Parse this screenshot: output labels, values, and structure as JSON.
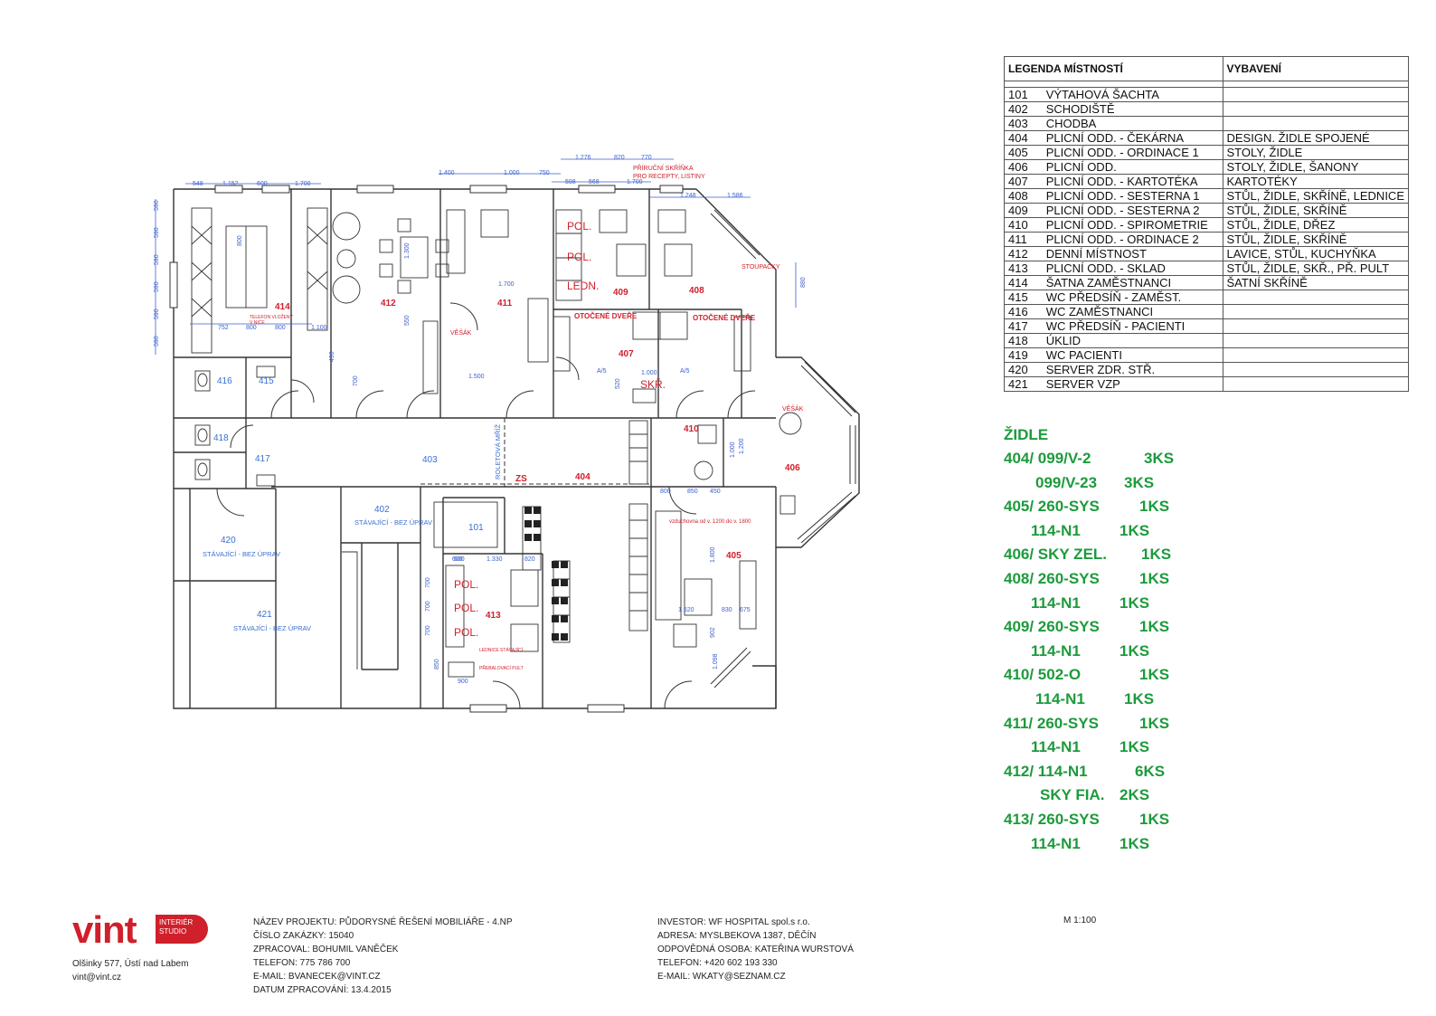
{
  "legend": {
    "header_rooms": "LEGENDA MÍSTNOSTÍ",
    "header_equipment": "VYBAVENÍ",
    "rows": [
      {
        "num": "101",
        "name": "VÝTAHOVÁ ŠACHTA",
        "equip": ""
      },
      {
        "num": "402",
        "name": "SCHODIŠTĚ",
        "equip": ""
      },
      {
        "num": "403",
        "name": "CHODBA",
        "equip": ""
      },
      {
        "num": "404",
        "name": "PLICNÍ ODD. - ČEKÁRNA",
        "equip": "DESIGN. ŽIDLE SPOJENÉ"
      },
      {
        "num": "405",
        "name": "PLICNÍ ODD.  - ORDINACE 1",
        "equip": "STOLY, ŽIDLE"
      },
      {
        "num": "406",
        "name": "PLICNÍ ODD.",
        "equip": "STOLY, ŽIDLE, ŠANONY"
      },
      {
        "num": "407",
        "name": "PLICNÍ ODD. - KARTOTÉKA",
        "equip": "KARTOTÉKY"
      },
      {
        "num": "408",
        "name": "PLICNÍ ODD. - SESTERNA 1",
        "equip": "STŮL, ŽIDLE, SKŘÍNĚ, LEDNICE"
      },
      {
        "num": "409",
        "name": "PLICNÍ ODD. - SESTERNA 2",
        "equip": "STŮL, ŽIDLE, SKŘÍNĚ"
      },
      {
        "num": "410",
        "name": "PLICNÍ ODD. - SPIROMETRIE",
        "equip": "STŮL, ŽIDLE, DŘEZ"
      },
      {
        "num": "411",
        "name": "PLICNÍ ODD. - ORDINACE 2",
        "equip": "STŮL, ŽIDLE, SKŘÍNĚ"
      },
      {
        "num": "412",
        "name": "DENNÍ MÍSTNOST",
        "equip": "LAVICE, STŮL, KUCHYŇKA"
      },
      {
        "num": "413",
        "name": "PLICNÍ ODD. - SKLAD",
        "equip": "STŮL, ŽIDLE, SKŘ., PŘ. PULT"
      },
      {
        "num": "414",
        "name": "ŠATNA ZAMĚSTNANCI",
        "equip": "ŠATNÍ SKŘÍNĚ"
      },
      {
        "num": "415",
        "name": "WC PŘEDSÍŇ - ZAMĚST.",
        "equip": ""
      },
      {
        "num": "416",
        "name": "WC ZAMĚSTNANCI",
        "equip": ""
      },
      {
        "num": "417",
        "name": "WC PŘEDSÍŇ - PACIENTI",
        "equip": ""
      },
      {
        "num": "418",
        "name": "ÚKLID",
        "equip": ""
      },
      {
        "num": "419",
        "name": "WC PACIENTI",
        "equip": ""
      },
      {
        "num": "420",
        "name": "SERVER ZDR. STŘ.",
        "equip": ""
      },
      {
        "num": "421",
        "name": "SERVER VZP",
        "equip": ""
      }
    ]
  },
  "chairs": {
    "title": "ŽIDLE",
    "rows": [
      {
        "code": "404/ 099/V-2",
        "qty": "3KS",
        "indent": 0,
        "qx": 155
      },
      {
        "code": "099/V-23",
        "qty": "3KS",
        "indent": 35,
        "qx": 133
      },
      {
        "code": "405/ 260-SYS",
        "qty": "1KS",
        "indent": 0,
        "qx": 150
      },
      {
        "code": "114-N1",
        "qty": "1KS",
        "indent": 30,
        "qx": 128
      },
      {
        "code": "406/ SKY ZEL.",
        "qty": "1KS",
        "indent": 0,
        "qx": 152
      },
      {
        "code": "408/ 260-SYS",
        "qty": "1KS",
        "indent": 0,
        "qx": 150
      },
      {
        "code": "114-N1",
        "qty": "1KS",
        "indent": 30,
        "qx": 128
      },
      {
        "code": "409/ 260-SYS",
        "qty": "1KS",
        "indent": 0,
        "qx": 150
      },
      {
        "code": "114-N1",
        "qty": "1KS",
        "indent": 30,
        "qx": 128
      },
      {
        "code": "410/ 502-O",
        "qty": "1KS",
        "indent": 0,
        "qx": 150
      },
      {
        "code": "114-N1",
        "qty": "1KS",
        "indent": 35,
        "qx": 133
      },
      {
        "code": "411/ 260-SYS",
        "qty": "1KS",
        "indent": 0,
        "qx": 150
      },
      {
        "code": "114-N1",
        "qty": "1KS",
        "indent": 30,
        "qx": 128
      },
      {
        "code": "412/ 114-N1",
        "qty": "6KS",
        "indent": 0,
        "qx": 145
      },
      {
        "code": "SKY FIA.",
        "qty": "2KS",
        "indent": 40,
        "qx": 128
      },
      {
        "code": "413/ 260-SYS",
        "qty": "1KS",
        "indent": 0,
        "qx": 150
      },
      {
        "code": "114-N1",
        "qty": "1KS",
        "indent": 30,
        "qx": 128
      }
    ]
  },
  "company": {
    "logo_word": "vint",
    "logo_line1": "INTERIÉR",
    "logo_line2": "STUDIO",
    "address": "Olšinky 577, Ústí nad Labem",
    "email": "vint@vint.cz"
  },
  "project": [
    "NÁZEV PROJEKTU: PŮDORYSNÉ ŘEŠENÍ MOBILIÁŘE - 4.NP",
    "ČÍSLO ZAKÁZKY: 15040",
    "ZPRACOVAL: BOHUMIL VANĚČEK",
    "TELEFON: 775 786 700",
    "E-MAIL: BVANECEK@VINT.CZ",
    "DATUM ZPRACOVÁNÍ: 13.4.2015"
  ],
  "investor": [
    "INVESTOR: WF HOSPITAL spol.s r.o.",
    "ADRESA: MYSLBEKOVA 1387, DĚČÍN",
    "ODPOVĚDNÁ OSOBA: KATEŘINA WURSTOVÁ",
    "TELEFON: +420 602 193 330",
    "E-MAIL: WKATY@SEZNAM.CZ"
  ],
  "scale": "M 1:100",
  "plan": {
    "rooms_red": [
      {
        "t": "414"
      },
      {
        "t": "412"
      },
      {
        "t": "411"
      },
      {
        "t": "409"
      },
      {
        "t": "408"
      },
      {
        "t": "407"
      },
      {
        "t": "410"
      },
      {
        "t": "406"
      },
      {
        "t": "404"
      },
      {
        "t": "405"
      },
      {
        "t": "413"
      }
    ],
    "rooms_blue": [
      {
        "t": "416"
      },
      {
        "t": "415"
      },
      {
        "t": "418"
      },
      {
        "t": "417"
      },
      {
        "t": "403"
      },
      {
        "t": "402"
      },
      {
        "t": "101"
      },
      {
        "t": "420"
      },
      {
        "t": "421"
      }
    ],
    "notes_blue": [
      {
        "t": "STÁVAJÍCÍ - BEZ ÚPRAV"
      },
      {
        "t": "STÁVAJÍCÍ - BEZ ÚPRAV"
      },
      {
        "t": "STÁVAJÍCÍ - BEZ ÚPRAV"
      },
      {
        "t": "ROLETOVÁ MŘÍŽ"
      }
    ],
    "notes_red": [
      {
        "t": "PŘÍRUČNÍ SKŘÍŇKA"
      },
      {
        "t": "PRO RECEPTY, LISTINY"
      },
      {
        "t": "OTOČENÉ DVEŘE"
      },
      {
        "t": "OTOČENÉ DVEŘE"
      },
      {
        "t": "POL."
      },
      {
        "t": "POL."
      },
      {
        "t": "LEDN."
      },
      {
        "t": "POL."
      },
      {
        "t": "POL."
      },
      {
        "t": "POL."
      },
      {
        "t": "SKŘ."
      },
      {
        "t": "ZS"
      },
      {
        "t": "VĚŠÁK"
      },
      {
        "t": "VĚŠÁK"
      },
      {
        "t": "STOUPAČKY"
      },
      {
        "t": "TELEFON VLOŽENÝ"
      },
      {
        "t": "V NICE"
      },
      {
        "t": "LEDNICE STÁVAJÍCÍ"
      },
      {
        "t": "PŘEBALOVACÍ PULT"
      },
      {
        "t": "vzduchovna od v. 1200 do v. 1800"
      }
    ],
    "dims": [
      {
        "t": "548"
      },
      {
        "t": "1.152"
      },
      {
        "t": "600"
      },
      {
        "t": "1.700"
      },
      {
        "t": "1.400"
      },
      {
        "t": "1.000"
      },
      {
        "t": "750"
      },
      {
        "t": "1.276"
      },
      {
        "t": "820"
      },
      {
        "t": "770"
      },
      {
        "t": "598"
      },
      {
        "t": "568"
      },
      {
        "t": "1.700"
      },
      {
        "t": "1.248"
      },
      {
        "t": "1.586"
      },
      {
        "t": "752"
      },
      {
        "t": "800"
      },
      {
        "t": "800"
      },
      {
        "t": "1.100"
      },
      {
        "t": "1.700"
      },
      {
        "t": "1.500"
      },
      {
        "t": "1.000"
      },
      {
        "t": "600"
      },
      {
        "t": "1.330"
      },
      {
        "t": "820"
      },
      {
        "t": "900"
      },
      {
        "t": "1.520"
      },
      {
        "t": "830"
      },
      {
        "t": "675"
      },
      {
        "t": "800"
      },
      {
        "t": "850"
      },
      {
        "t": "450"
      },
      {
        "t": "1.800"
      },
      {
        "t": "1.000"
      },
      {
        "t": "1.200"
      },
      {
        "t": "880"
      },
      {
        "t": "1.098"
      },
      {
        "t": "902"
      },
      {
        "t": "590"
      },
      {
        "t": "590"
      },
      {
        "t": "590"
      },
      {
        "t": "590"
      },
      {
        "t": "590"
      },
      {
        "t": "590"
      },
      {
        "t": "800"
      },
      {
        "t": "1.300"
      },
      {
        "t": "700"
      },
      {
        "t": "700"
      },
      {
        "t": "700"
      },
      {
        "t": "700"
      },
      {
        "t": "850"
      },
      {
        "t": "600"
      },
      {
        "t": "550"
      },
      {
        "t": "490"
      },
      {
        "t": "520"
      },
      {
        "t": "A/5"
      },
      {
        "t": "A/5"
      }
    ]
  }
}
